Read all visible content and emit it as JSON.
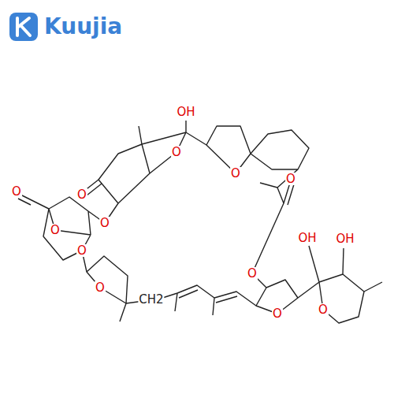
{
  "diagram": {
    "labels": [
      "Kuujia",
      "OH",
      "O",
      "O",
      "O",
      "O",
      "O",
      "O",
      "O",
      "O",
      "O",
      "OH",
      "OH",
      "O",
      "O",
      "CH2",
      "O"
    ]
  }
}
